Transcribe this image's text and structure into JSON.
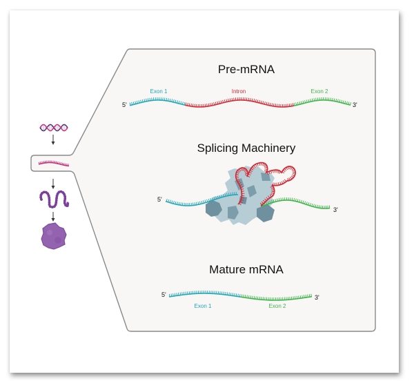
{
  "figure": {
    "colors": {
      "exon1": "#1fa7b8",
      "intron": "#d42a34",
      "exon2": "#3fb54a",
      "panel_bg": "#f8f7f6",
      "panel_border": "#8a8a8a",
      "spliceosome_light": "#b7cdd6",
      "spliceosome_dark": "#6f909e",
      "pathway_purple": "#8a4fa8",
      "pathway_magenta": "#c4307a"
    },
    "pathway": {
      "steps": [
        "dna-icon",
        "pre-mrna-icon",
        "mrna-chain-icon",
        "protein-icon"
      ]
    },
    "pre_mrna": {
      "title": "Pre-mRNA",
      "five_prime": "5'",
      "three_prime": "3'",
      "segments": [
        {
          "label": "Exon 1",
          "type": "exon1"
        },
        {
          "label": "Intron",
          "type": "intron"
        },
        {
          "label": "Exon 2",
          "type": "exon2"
        }
      ]
    },
    "splicing": {
      "title": "Splicing Machinery",
      "five_prime": "5'",
      "three_prime": "3'"
    },
    "mature": {
      "title": "Mature mRNA",
      "five_prime": "5'",
      "three_prime": "3'",
      "segments": [
        {
          "label": "Exon 1",
          "type": "exon1"
        },
        {
          "label": "Exon 2",
          "type": "exon2"
        }
      ]
    }
  }
}
